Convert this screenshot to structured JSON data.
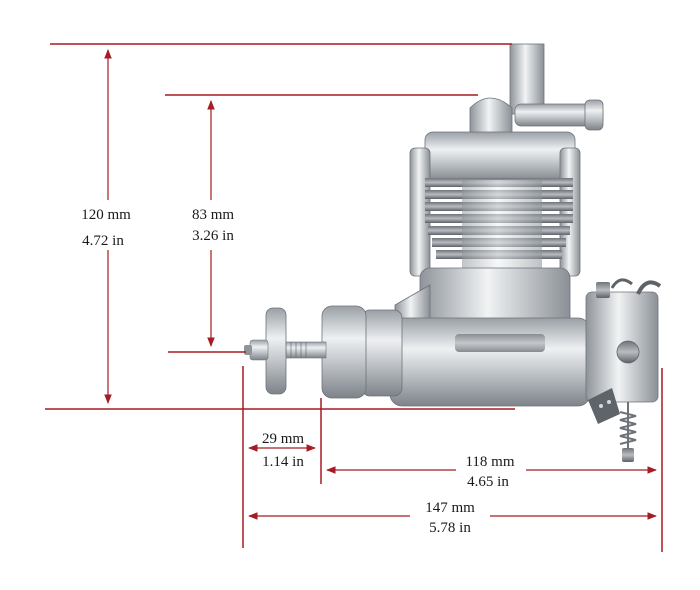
{
  "dimensions": {
    "total_height": {
      "mm": "120 mm",
      "in": "4.72 in"
    },
    "axis_height": {
      "mm": "83 mm",
      "in": "3.26 in"
    },
    "prop_hub_offset": {
      "mm": "29 mm",
      "in": "1.14 in"
    },
    "body_length": {
      "mm": "118 mm",
      "in": "4.65 in"
    },
    "total_length": {
      "mm": "147 mm",
      "in": "5.78 in"
    }
  },
  "colors": {
    "dimension_line": "#a51c24",
    "engine_metal": "#c9cccf",
    "text": "#1a1a1a"
  }
}
